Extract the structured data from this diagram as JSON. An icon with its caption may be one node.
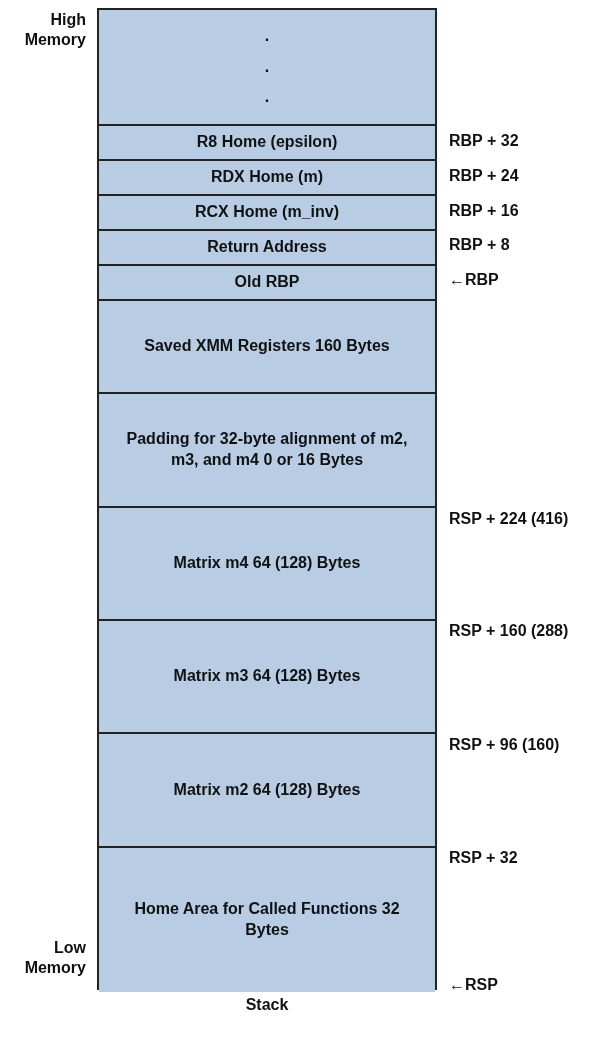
{
  "diagram": {
    "nodes": [
      {
        "text": [
          "Stack"
        ]
      },
      {
        "text": [
          ". . ."
        ],
        "in": 0
      },
      {
        "text": [
          "R8 Home (epsilon)"
        ],
        "in": 0
      },
      {
        "text": [
          "RDX Home (m)"
        ],
        "in": 0
      },
      {
        "text": [
          "RCX Home (m_inv)"
        ],
        "in": 0
      },
      {
        "text": [
          "Return Address"
        ],
        "in": 0
      },
      {
        "text": [
          "Old RBP"
        ],
        "in": 0
      },
      {
        "text": [
          "Saved XMM Registers 160 Bytes"
        ],
        "in": 0
      },
      {
        "text": [
          "Padding for 32-byte alignment of m2, m3, and m4 0 or 16 Bytes"
        ],
        "in": 0
      },
      {
        "text": [
          "Matrix m4 64 (128) Bytes"
        ],
        "in": 0
      },
      {
        "text": [
          "Matrix m3 64 (128) Bytes"
        ],
        "in": 0
      },
      {
        "text": [
          "Matrix m2 64 (128) Bytes"
        ],
        "in": 0
      },
      {
        "text": [
          "Home Area for Called Functions 32 Bytes"
        ],
        "in": 0
      }
    ],
    "edges": [],
    "labels": [
      "High Memory",
      "RBP + 32",
      "RBP + 24",
      "RBP + 16",
      "RBP + 8",
      "←RBP",
      "RSP + 224 (416)",
      "RSP + 160 (288)",
      "RSP + 96 (160)",
      "RSP + 32",
      "Low Memory",
      "←RSP"
    ]
  }
}
